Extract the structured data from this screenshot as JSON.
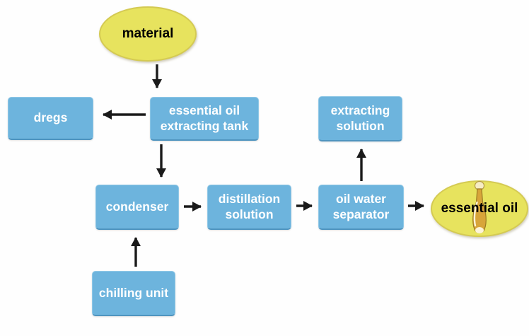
{
  "diagram": {
    "title": "essential oil extraction process flowchart",
    "background_color": "#fefefe",
    "colors": {
      "box_fill": "#6db4dd",
      "box_border_light": "#8ec7e6",
      "box_border_dark": "#4f94bf",
      "box_text": "#ffffff",
      "ellipse_fill": "#e7e35e",
      "ellipse_border": "#d4ca52",
      "ellipse_text": "#000000",
      "arrow": "#1a1a1a",
      "bottle_gold": "#d8a53a",
      "bottle_highlight": "#fdf4d8"
    },
    "nodes": {
      "material": {
        "label": "material",
        "shape": "ellipse"
      },
      "extracting_tank": {
        "label": "essential oil extracting tank",
        "shape": "rect"
      },
      "dregs": {
        "label": "dregs",
        "shape": "rect"
      },
      "condenser": {
        "label": "condenser",
        "shape": "rect"
      },
      "chilling_unit": {
        "label": "chilling unit",
        "shape": "rect"
      },
      "distillation_solution": {
        "label": "distillation solution",
        "shape": "rect"
      },
      "oil_water_separator": {
        "label": "oil water separator",
        "shape": "rect"
      },
      "extracting_solution": {
        "label": "extracting solution",
        "shape": "rect"
      },
      "essential_oil": {
        "label": "essential oil",
        "shape": "ellipse",
        "icon": "oil-bottle-icon"
      }
    },
    "edges": [
      {
        "from": "material",
        "to": "extracting_tank",
        "direction": "down"
      },
      {
        "from": "extracting_tank",
        "to": "dregs",
        "direction": "left"
      },
      {
        "from": "extracting_tank",
        "to": "condenser",
        "direction": "down"
      },
      {
        "from": "chilling_unit",
        "to": "condenser",
        "direction": "up"
      },
      {
        "from": "condenser",
        "to": "distillation_solution",
        "direction": "right"
      },
      {
        "from": "distillation_solution",
        "to": "oil_water_separator",
        "direction": "right"
      },
      {
        "from": "oil_water_separator",
        "to": "extracting_solution",
        "direction": "up"
      },
      {
        "from": "oil_water_separator",
        "to": "essential_oil",
        "direction": "right"
      }
    ]
  }
}
